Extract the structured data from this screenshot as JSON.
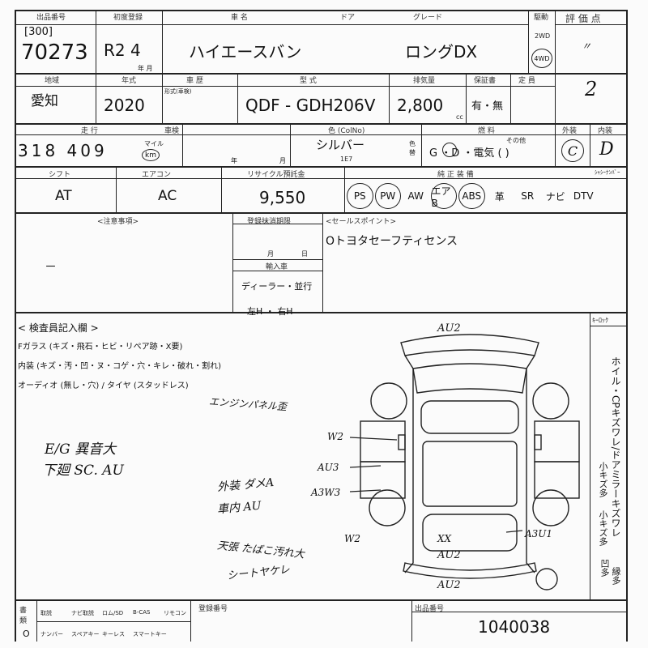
{
  "header": {
    "auction_no_label": "出品番号",
    "lane": "[300]",
    "auction_no": "70273",
    "first_reg_label": "初度登録",
    "first_reg": "R2  4",
    "month_label": "年   月",
    "car_name_label": "車  名",
    "door_label": "ドア",
    "grade_label": "グレード",
    "car_name": "ハイエースバン",
    "grade": "ロングDX",
    "drive_label": "駆動",
    "drive_2wd": "2WD",
    "drive_4wd": "4WD",
    "score_label": "評  価  点",
    "score_mark": "〃",
    "score": "2"
  },
  "row2": {
    "region_label": "地域",
    "region": "愛知",
    "year_label": "年式",
    "year": "2020",
    "inspection_label": "車  歴",
    "inspection_sub": "形式(車検)",
    "model_label": "型  式",
    "model": "QDF - GDH206V",
    "displacement_label": "排気量",
    "displacement": "2,800",
    "cc": "cc",
    "warranty_label": "保証書",
    "warranty": "有・無",
    "capacity_label": "定  員"
  },
  "row3": {
    "mileage_label": "走  行",
    "mileage": "318 409",
    "mile_unit": "マイル",
    "km_unit": "km",
    "shaken_label": "車検",
    "year_suffix": "年",
    "month_suffix": "月",
    "color_label": "色 (ColNo)",
    "color": "シルバー",
    "color_code": "1E7",
    "color_change_label": "色替",
    "fuel_label": "燃  料",
    "fuel_other": "その他",
    "fuel": "G ・D ・電気 (          )",
    "exterior_label": "外装",
    "exterior": "C",
    "interior_label": "内装",
    "interior": "D"
  },
  "row4": {
    "shift_label": "シフト",
    "shift": "AT",
    "aircon_label": "エアコン",
    "aircon": "AC",
    "recycle_label": "リサイクル預託金",
    "recycle": "9,550",
    "equipment_label": "純  正  装  備",
    "equipment": [
      "PS",
      "PW",
      "AW",
      "エアB",
      "ABS",
      "革",
      "SR",
      "ナビ",
      "DTV"
    ],
    "equipment_extra": "ｼｬｼｰﾅﾝﾊﾞｰ"
  },
  "row5": {
    "notes_label": "<注意事項>",
    "notes_mark": "－",
    "reg_expiry_label": "登録抹消期限",
    "month_suffix": "月",
    "day_suffix": "日",
    "import_label": "輸入車",
    "import_dealer": "ディーラー・並行",
    "import_handle": "左H  ・  右H",
    "sales_label": "<セールスポイント>",
    "sales_point": "Oトヨタセーフティセンス"
  },
  "inspector": {
    "title": "< 検査員記入欄 >",
    "line1": "Fガラス (キズ・飛石・ヒビ・リペア跡・X要)",
    "line2": "内装 (キズ・汚・凹・ヌ・コゲ・穴・キレ・破れ・割れ)",
    "line3": "オーディオ (無し・穴) / タイヤ (スタッドレス)",
    "handwritten": {
      "engine": "エンジンパネル歪",
      "eg1": "E/G 異音大",
      "eg2": "下廻 SC. AU",
      "ext": "外装 ダメA",
      "int": "車内 AU",
      "roof1": "天張 たばこ汚れ大",
      "roof2": "シートヤケレ"
    }
  },
  "diagram_labels": {
    "top": "AU2",
    "left1": "W2",
    "left2": "AU3",
    "left3": "A3W3",
    "left4": "W2",
    "right1": "A3U1",
    "bottom1": "XX",
    "bottom2": "AU2",
    "bottom3": "AU2",
    "corner": "ｷｰﾛｯｸ"
  },
  "right_column": {
    "text1": "ホイル・CPキズワレ/ドアミラーキズワレ",
    "text2": "小キズ多",
    "text3": "小キズ多",
    "text4": "凹多",
    "text5": "縁多"
  },
  "footer": {
    "docs_label": "書類",
    "docs_ok": "O",
    "equipment_items": [
      "取説",
      "ナビ取説",
      "ロム/SD",
      "B-CAS",
      "リモコン"
    ],
    "equipment_items2": [
      "ナンバー",
      "スペアキー",
      "キーレス",
      "スマートキー"
    ],
    "reg_no_label": "登録番号",
    "venue_no_label": "出品番号",
    "venue_no": "1040038"
  }
}
